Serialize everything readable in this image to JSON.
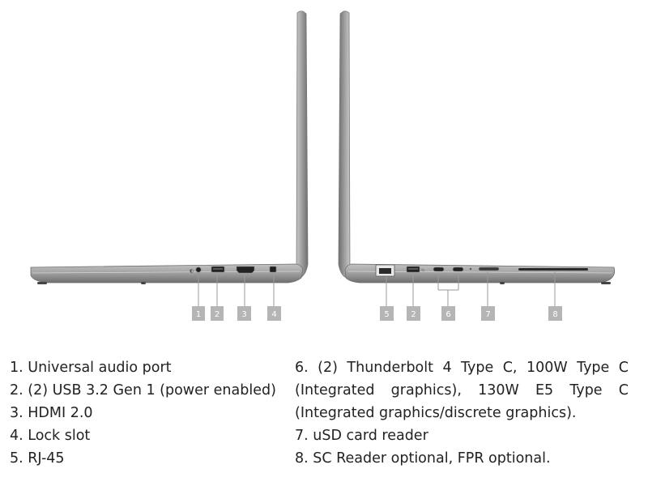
{
  "colors": {
    "body_silver": "#a8a8a8",
    "edge_dark": "#6b6b6b",
    "badge_bg": "#b5b5b5",
    "leader_line": "#9a9a9a",
    "text": "#222222"
  },
  "callouts": {
    "left_side": [
      "1",
      "2",
      "3",
      "4"
    ],
    "right_side": [
      "5",
      "2",
      "6",
      "7",
      "8"
    ]
  },
  "legend": {
    "left": [
      "1. Universal audio port",
      "2. (2) USB 3.2 Gen 1 (power enabled)",
      "3. HDMI 2.0",
      "4. Lock slot",
      "5. RJ-45"
    ],
    "right": [
      "6. (2) Thunderbolt 4 Type C, 100W Type C (Integrated graphics), 130W E5 Type C (Integrated graphics/discrete graphics).",
      "7. uSD card reader",
      "8. SC Reader optional, FPR optional."
    ]
  }
}
